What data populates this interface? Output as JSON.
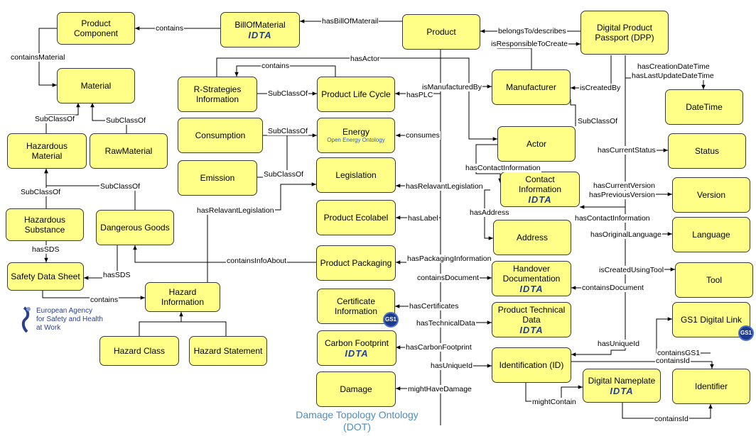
{
  "nodes": [
    {
      "key": "product-component",
      "label": "Product Component"
    },
    {
      "key": "bill-of-material",
      "label": "BillOfMaterial",
      "badge": "IDTA"
    },
    {
      "key": "product",
      "label": "Product"
    },
    {
      "key": "digital-product-passport",
      "label": "Digital Product\nPassport (DPP)"
    },
    {
      "key": "material",
      "label": "Material"
    },
    {
      "key": "r-strategies-information",
      "label": "R-Strategies\nInformation"
    },
    {
      "key": "product-life-cycle",
      "label": "Product Life Cycle"
    },
    {
      "key": "manufacturer",
      "label": "Manufacturer"
    },
    {
      "key": "datetime",
      "label": "DateTime"
    },
    {
      "key": "hazardous-material",
      "label": "Hazardous Material"
    },
    {
      "key": "raw-material",
      "label": "RawMaterial"
    },
    {
      "key": "consumption",
      "label": "Consumption"
    },
    {
      "key": "energy",
      "label": "Energy",
      "sublabel": "Open Energy Ontology"
    },
    {
      "key": "actor",
      "label": "Actor"
    },
    {
      "key": "status",
      "label": "Status"
    },
    {
      "key": "emission",
      "label": "Emission"
    },
    {
      "key": "legislation",
      "label": "Legislation"
    },
    {
      "key": "contact-information",
      "label": "Contact Information",
      "badge": "IDTA"
    },
    {
      "key": "version",
      "label": "Version"
    },
    {
      "key": "hazardous-substance",
      "label": "Hazardous\nSubstance"
    },
    {
      "key": "dangerous-goods",
      "label": "Dangerous Goods"
    },
    {
      "key": "product-ecolabel",
      "label": "Product Ecolabel"
    },
    {
      "key": "address",
      "label": "Address"
    },
    {
      "key": "language",
      "label": "Language"
    },
    {
      "key": "safety-data-sheet",
      "label": "Safety Data Sheet"
    },
    {
      "key": "product-packaging",
      "label": "Product Packaging"
    },
    {
      "key": "handover-documentation",
      "label": "Handover\nDocumentation",
      "badge": "IDTA"
    },
    {
      "key": "tool",
      "label": "Tool"
    },
    {
      "key": "hazard-information",
      "label": "Hazard Information"
    },
    {
      "key": "certificate-information",
      "label": "Certificate\nInformation",
      "gs1": "GS1"
    },
    {
      "key": "product-technical-data",
      "label": "Product Technical\nData",
      "badge": "IDTA"
    },
    {
      "key": "gs1-digital-link",
      "label": "GS1 Digital Link",
      "gs1": "GS1"
    },
    {
      "key": "hazard-class",
      "label": "Hazard Class"
    },
    {
      "key": "hazard-statement",
      "label": "Hazard Statement"
    },
    {
      "key": "carbon-footprint",
      "label": "Carbon Footprint",
      "badge": "IDTA"
    },
    {
      "key": "identification-id",
      "label": "Identification (ID)"
    },
    {
      "key": "digital-nameplate",
      "label": "Digital Nameplate",
      "badge": "IDTA"
    },
    {
      "key": "identifier",
      "label": "Identifier"
    },
    {
      "key": "damage",
      "label": "Damage"
    }
  ],
  "edge_labels": [
    {
      "key": "contains-bom",
      "text": "contains"
    },
    {
      "key": "has-bill-of-material",
      "text": "hasBillOfMaterail"
    },
    {
      "key": "belongs-to-describes",
      "text": "belongsTo/describes"
    },
    {
      "key": "is-responsible-to-create",
      "text": "isResponsibleToCreate"
    },
    {
      "key": "contains-material",
      "text": "containsMaterial"
    },
    {
      "key": "has-actor",
      "text": "hasActor"
    },
    {
      "key": "contains-rstrat",
      "text": "contains"
    },
    {
      "key": "has-creation-date-time",
      "text": "hasCreationDateTime"
    },
    {
      "key": "has-last-update-date-time",
      "text": "hasLastUpdateDateTime"
    },
    {
      "key": "subclassof-rstrat",
      "text": "SubClassOf"
    },
    {
      "key": "is-manufactured-by",
      "text": "isManufacturedBy"
    },
    {
      "key": "has-plc",
      "text": "hasPLC"
    },
    {
      "key": "is-created-by",
      "text": "isCreatedBy"
    },
    {
      "key": "subclassof-hazmat",
      "text": "SubClassOf"
    },
    {
      "key": "subclassof-raw",
      "text": "SubClassOf"
    },
    {
      "key": "subclassof-manufacturer",
      "text": "SubClassOf"
    },
    {
      "key": "subclassof-consumption",
      "text": "SubClassOf"
    },
    {
      "key": "consumes",
      "text": "consumes"
    },
    {
      "key": "has-current-status",
      "text": "hasCurrentStatus"
    },
    {
      "key": "has-contact-information-actor",
      "text": "hasContactInformation"
    },
    {
      "key": "subclassof-emission",
      "text": "SubClassOf"
    },
    {
      "key": "subclassof-dangerous-goods",
      "text": "SubClassOf"
    },
    {
      "key": "has-relavant-legislation-product",
      "text": "hasRelavantLegislation"
    },
    {
      "key": "has-current-version",
      "text": "hasCurrentVersion"
    },
    {
      "key": "has-previous-version",
      "text": "hasPreviousVersion"
    },
    {
      "key": "subclassof-substance",
      "text": "SubClassOf"
    },
    {
      "key": "has-relavant-legislation-hazard",
      "text": "hasRelavantLegislation"
    },
    {
      "key": "has-address",
      "text": "hasAddress"
    },
    {
      "key": "has-contact-information-dpp",
      "text": "hasContactInformation"
    },
    {
      "key": "has-label",
      "text": "hasLabel"
    },
    {
      "key": "has-original-language",
      "text": "hasOriginalLanguage"
    },
    {
      "key": "has-sds-substance",
      "text": "hasSDS"
    },
    {
      "key": "contains-info-about",
      "text": "containsInfoAbout"
    },
    {
      "key": "has-packaging-information",
      "text": "hasPackagingInformation"
    },
    {
      "key": "is-created-using-tool",
      "text": "isCreatedUsingTool"
    },
    {
      "key": "has-sds-goods",
      "text": "hasSDS"
    },
    {
      "key": "contains-document-product",
      "text": "containsDocument"
    },
    {
      "key": "contains-document-dpp",
      "text": "containsDocument"
    },
    {
      "key": "contains-hazard",
      "text": "contains"
    },
    {
      "key": "has-certificates",
      "text": "hasCertificates"
    },
    {
      "key": "has-technical-data",
      "text": "hasTechnicalData"
    },
    {
      "key": "has-unique-id-dpp",
      "text": "hasUniqueId"
    },
    {
      "key": "has-carbon-footprint",
      "text": "hasCarbonFootprint"
    },
    {
      "key": "contains-gs1",
      "text": "containsGS1"
    },
    {
      "key": "contains-id-identification",
      "text": "containsId"
    },
    {
      "key": "has-unique-id-product",
      "text": "hasUniqueId"
    },
    {
      "key": "might-contain",
      "text": "mightContain"
    },
    {
      "key": "might-have-damage",
      "text": "mightHaveDamage"
    },
    {
      "key": "contains-id-nameplate",
      "text": "containsId"
    }
  ],
  "logo": {
    "name": "European Agency for Safety and Health at Work",
    "lines": [
      "European Agency",
      "for Safety and Health",
      "at Work"
    ]
  },
  "caption": {
    "lines": [
      "Damage Topology Ontology",
      "(DOT)"
    ]
  },
  "colors": {
    "node_fill": "#ffff88",
    "node_border": "#36393d",
    "idta_blue": "#1f3f9b",
    "caption_blue": "#4d8ec2"
  }
}
